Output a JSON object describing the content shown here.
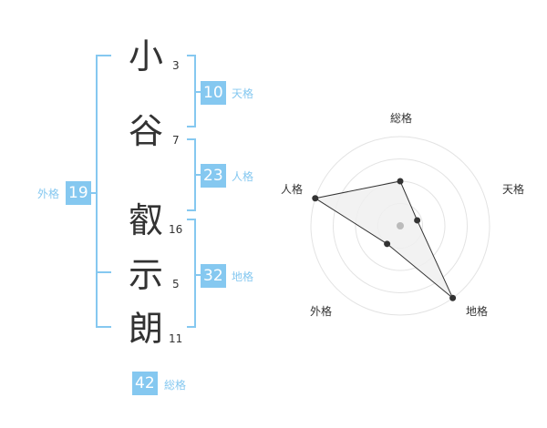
{
  "name": {
    "characters": [
      {
        "char": "小",
        "strokes": "3"
      },
      {
        "char": "谷",
        "strokes": "7"
      },
      {
        "char": "叡",
        "strokes": "16"
      },
      {
        "char": "示",
        "strokes": "5"
      },
      {
        "char": "朗",
        "strokes": "11"
      }
    ]
  },
  "fortune": {
    "tenkaku": {
      "label": "天格",
      "value": "10"
    },
    "jinkaku": {
      "label": "人格",
      "value": "23"
    },
    "chikaku": {
      "label": "地格",
      "value": "32"
    },
    "gaikaku": {
      "label": "外格",
      "value": "19"
    },
    "soukaku": {
      "label": "総格",
      "value": "42"
    }
  },
  "radar": {
    "axes": [
      "総格",
      "天格",
      "地格",
      "外格",
      "人格"
    ],
    "levels": 4,
    "values": [
      0.5,
      0.2,
      1.0,
      0.25,
      1.0
    ],
    "colors": {
      "grid": "#e3e3e3",
      "fill": "#f0f0f0",
      "line": "#333333",
      "center": "#bbbbbb"
    }
  },
  "accent_color": "#85c8f0"
}
